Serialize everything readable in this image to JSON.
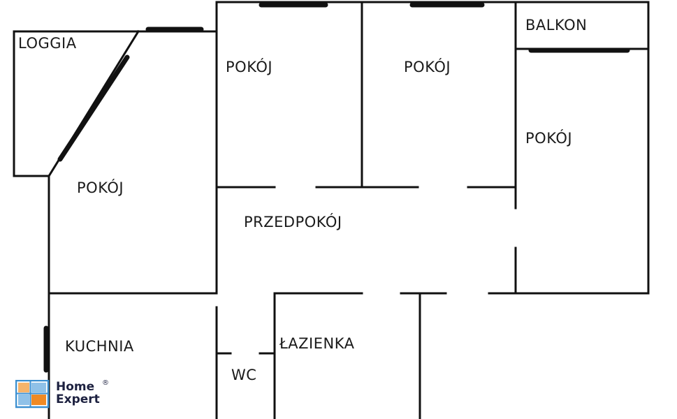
{
  "rooms": {
    "loggia": "LOGGIA",
    "room_left": "POKÓJ",
    "room_top1": "POKÓJ",
    "room_top2": "POKÓJ",
    "room_right": "POKÓJ",
    "balkon": "BALKON",
    "hall": "PRZEDPOKÓJ",
    "kitchen": "KUCHNIA",
    "wc": "WC",
    "bathroom": "ŁAZIENKA"
  },
  "logo": {
    "line1": "Home",
    "line2": "Expert",
    "mark": "®",
    "icon": "floorplan-logo-icon",
    "colors": {
      "blue": "#3b8fd0",
      "orange": "#f08a24",
      "text": "#1d2140"
    }
  }
}
